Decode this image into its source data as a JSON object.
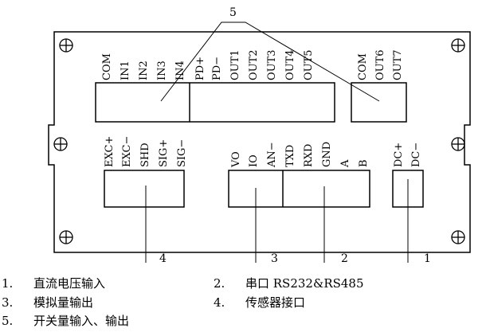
{
  "callouts": [
    "5",
    "4",
    "3",
    "2",
    "1"
  ],
  "connectors": {
    "input": [
      "COM",
      "IN1",
      "IN2",
      "IN3",
      "IN4",
      "PD+",
      "PD−",
      "OUT1",
      "OUT2",
      "OUT3",
      "OUT4",
      "OUT5"
    ],
    "output": [
      "COM",
      "OUT6",
      "OUT7"
    ],
    "sensor": [
      "EXC+",
      "EXC−",
      "SHD",
      "SIG+",
      "SIG−"
    ],
    "serial": [
      "VO",
      "IO",
      "AN−",
      "TXD",
      "RXD",
      "GND",
      "A",
      "B"
    ],
    "power": [
      "DC+",
      "DC−"
    ]
  },
  "legend": [
    {
      "num": "1.",
      "text": "直流电压输入"
    },
    {
      "num": "2.",
      "text": "串口 RS232&RS485"
    },
    {
      "num": "3.",
      "text": "模拟量输出"
    },
    {
      "num": "4.",
      "text": "传感器接口"
    },
    {
      "num": "5.",
      "text": "开关量输入、输出"
    }
  ]
}
